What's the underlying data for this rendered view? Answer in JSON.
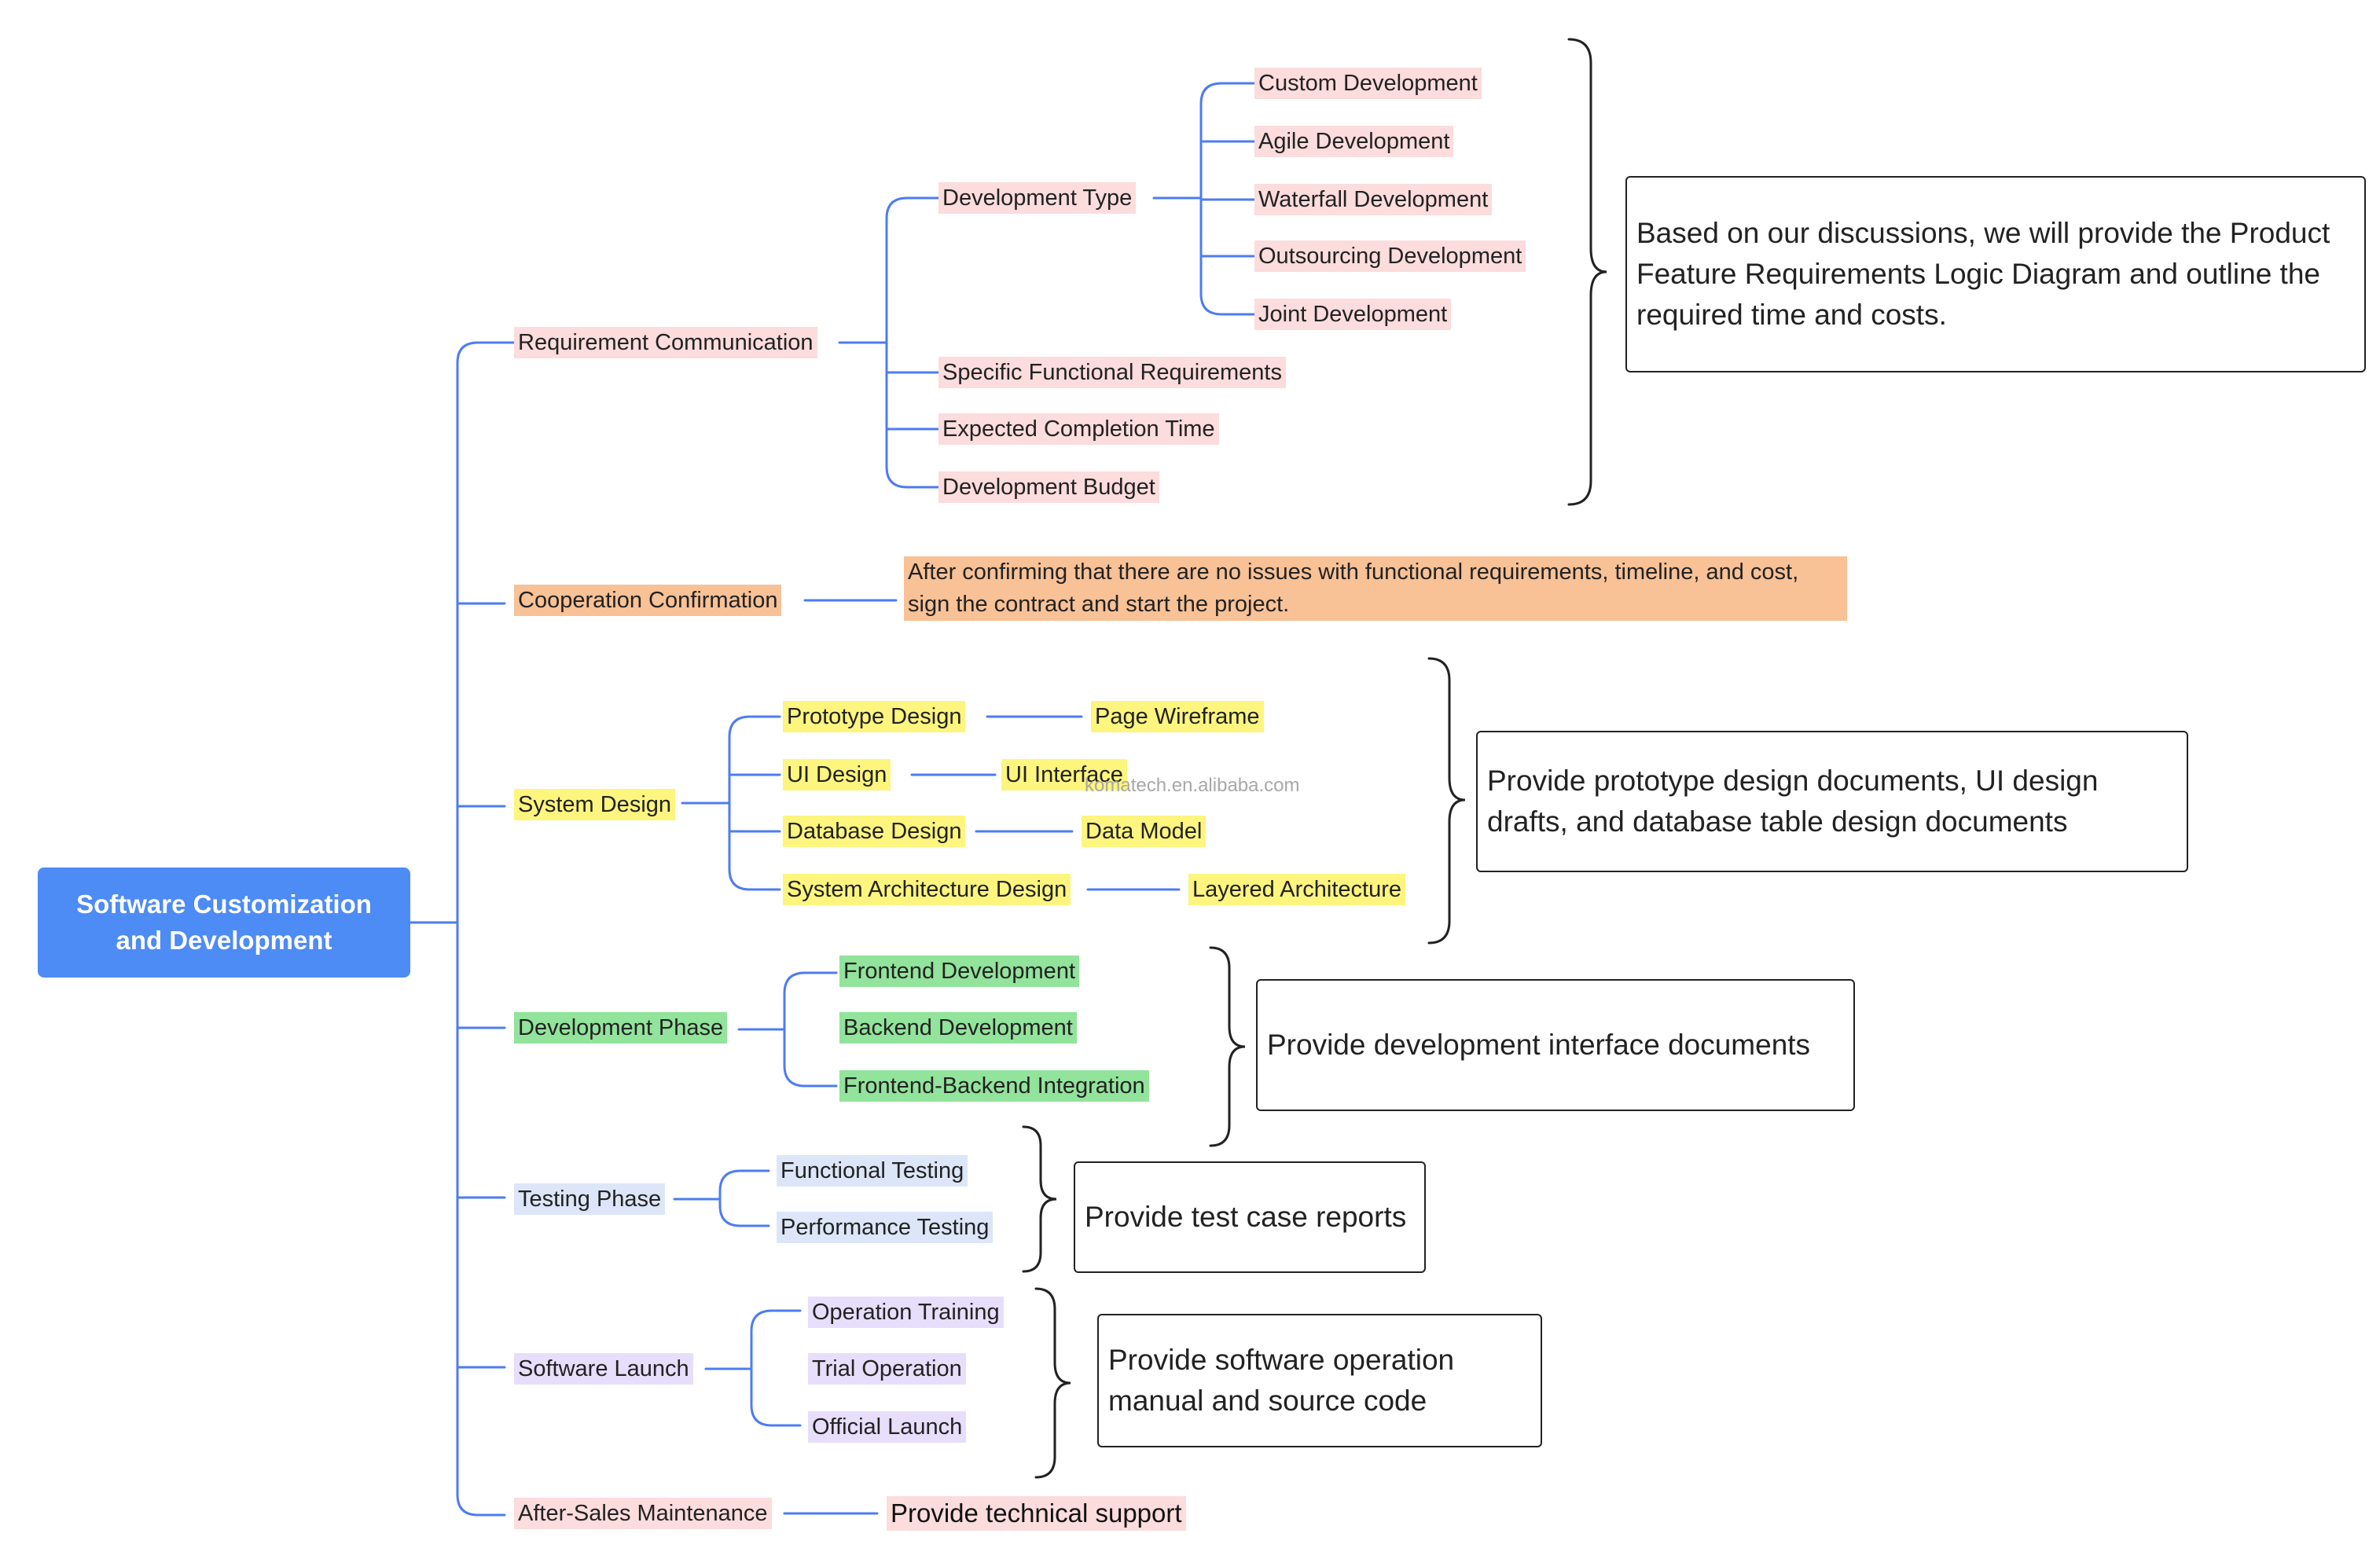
{
  "root": {
    "title": "Software Customization and Development"
  },
  "branches": {
    "requirement": {
      "label": "Requirement Communication",
      "development_type": {
        "label": "Development Type",
        "items": [
          "Custom Development",
          "Agile Development",
          "Waterfall Development",
          "Outsourcing Development",
          "Joint Development"
        ]
      },
      "items": [
        "Specific Functional Requirements",
        "Expected Completion Time",
        "Development Budget"
      ],
      "note": "Based on our discussions, we will provide the Product Feature Requirements Logic Diagram and outline the required time and costs."
    },
    "cooperation": {
      "label": "Cooperation Confirmation",
      "note": "After confirming that there are no issues with functional requirements, timeline, and cost, sign the contract and start the project."
    },
    "system_design": {
      "label": "System Design",
      "items": [
        {
          "label": "Prototype Design",
          "child": "Page Wireframe"
        },
        {
          "label": "UI Design",
          "child": "UI Interface"
        },
        {
          "label": "Database Design",
          "child": "Data Model"
        },
        {
          "label": "System Architecture Design",
          "child": "Layered Architecture"
        }
      ],
      "note": "Provide prototype design documents, UI design drafts, and database table design documents"
    },
    "development": {
      "label": "Development Phase",
      "items": [
        "Frontend Development",
        "Backend Development",
        "Frontend-Backend Integration"
      ],
      "note": "Provide development interface documents"
    },
    "testing": {
      "label": "Testing Phase",
      "items": [
        "Functional Testing",
        "Performance Testing"
      ],
      "note": "Provide test case reports"
    },
    "launch": {
      "label": "Software Launch",
      "items": [
        "Operation Training",
        "Trial Operation",
        "Official Launch"
      ],
      "note": "Provide software operation manual and source code"
    },
    "after_sales": {
      "label": "After-Sales Maintenance",
      "child": "Provide technical support"
    }
  },
  "watermark": "komatech.en.alibaba.com",
  "colors": {
    "line": "#4d7cf2",
    "root": "#4d8bf5",
    "pink": "#fcdcdc",
    "orange": "#f8c196",
    "yellow": "#fdf57e",
    "green": "#92e39b",
    "blue": "#dce6f8",
    "purple": "#e7defb"
  }
}
